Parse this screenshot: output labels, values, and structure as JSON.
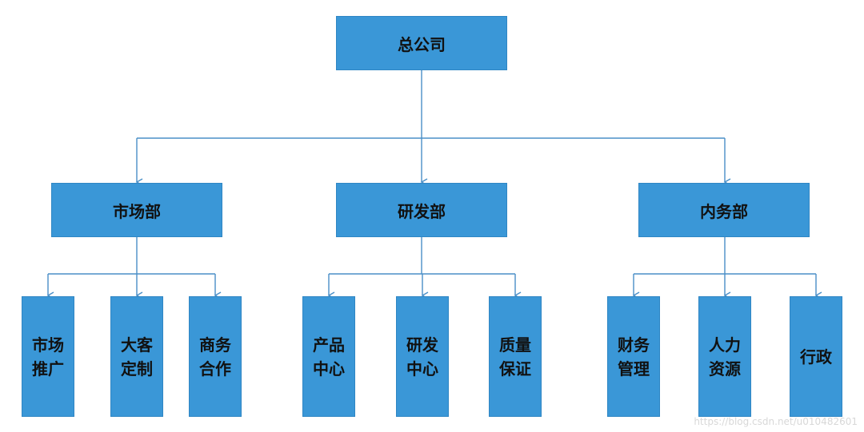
{
  "root": {
    "label": "总公司"
  },
  "departments": [
    {
      "label": "市场部",
      "children": [
        {
          "lines": [
            "市场",
            "推广"
          ]
        },
        {
          "lines": [
            "大客",
            "定制"
          ]
        },
        {
          "lines": [
            "商务",
            "合作"
          ]
        }
      ]
    },
    {
      "label": "研发部",
      "children": [
        {
          "lines": [
            "产品",
            "中心"
          ]
        },
        {
          "lines": [
            "研发",
            "中心"
          ]
        },
        {
          "lines": [
            "质量",
            "保证"
          ]
        }
      ]
    },
    {
      "label": "内务部",
      "children": [
        {
          "lines": [
            "财务",
            "管理"
          ]
        },
        {
          "lines": [
            "人力",
            "资源"
          ]
        },
        {
          "lines": [
            "行政"
          ]
        }
      ]
    }
  ],
  "watermark": "https://blog.csdn.net/u010482601",
  "colors": {
    "box": "#3a97d7",
    "line": "#4a8fc7"
  }
}
